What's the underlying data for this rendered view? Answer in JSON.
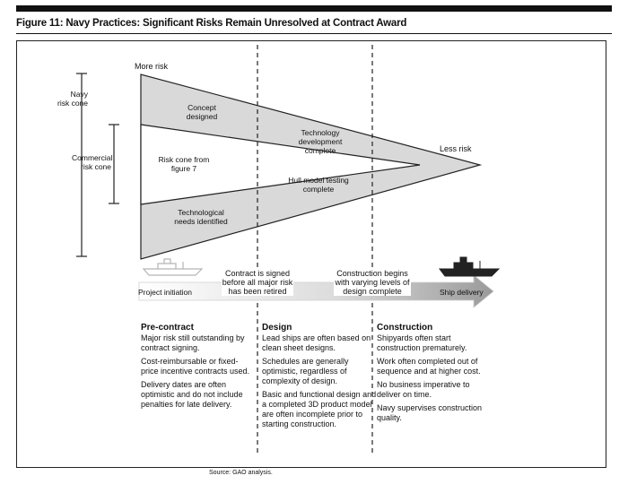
{
  "figure": {
    "title": "Figure 11: Navy Practices: Significant Risks Remain Unresolved at Contract Award",
    "source": "Source: GAO analysis."
  },
  "cone": {
    "more_risk": "More risk",
    "less_risk": "Less risk",
    "navy_cone": "Navy risk cone",
    "commercial_cone": "Commercial risk cone",
    "concept_designed": "Concept designed",
    "risk_cone_from": "Risk cone from figure 7",
    "technological_needs": "Technological needs identified",
    "technology_complete": "Technology development complete",
    "hull_model": "Hull model testing complete"
  },
  "timeline": {
    "project_initiation": "Project initiation",
    "contract_signed": "Contract is signed before all major risk has been retired",
    "construction_begins": "Construction begins with varying levels of design complete",
    "ship_delivery": "Ship delivery"
  },
  "phases": [
    {
      "heading": "Pre-contract",
      "items": [
        "Major risk still outstanding by contract signing.",
        "Cost-reimbursable or fixed-price incentive contracts used.",
        "Delivery dates are often optimistic and do not include penalties for late delivery."
      ]
    },
    {
      "heading": "Design",
      "items": [
        "Lead ships are often based on clean sheet designs.",
        "Schedules are generally optimistic, regardless of complexity of design.",
        "Basic and functional design and a completed 3D product model are often incomplete prior to starting construction."
      ]
    },
    {
      "heading": "Construction",
      "items": [
        "Shipyards often start construction prematurely.",
        "Work often completed out of sequence and at higher cost.",
        "No business imperative to deliver on time.",
        "Navy supervises construction quality."
      ]
    }
  ]
}
